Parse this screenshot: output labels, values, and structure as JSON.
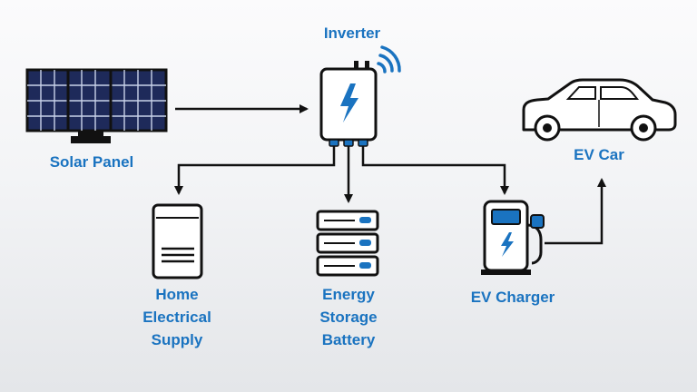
{
  "diagram": {
    "inverter": {
      "label": "Inverter"
    },
    "solar_panel": {
      "label": "Solar Panel"
    },
    "ev_car": {
      "label": "EV Car"
    },
    "home": {
      "label_lines": [
        "Home",
        "Electrical",
        "Supply"
      ]
    },
    "battery": {
      "label_lines": [
        "Energy",
        "Storage",
        "Battery"
      ]
    },
    "ev_charger": {
      "label": "EV Charger"
    }
  },
  "colors": {
    "accent": "#1a73c0",
    "line": "#111111",
    "panel_cell": "#1e2a5a",
    "background": "#f3f4f6"
  },
  "icons": [
    "solar-panel-icon",
    "inverter-icon",
    "wifi-icon",
    "lightning-bolt-icon",
    "home-supply-icon",
    "battery-rack-icon",
    "ev-charger-icon",
    "car-icon"
  ]
}
